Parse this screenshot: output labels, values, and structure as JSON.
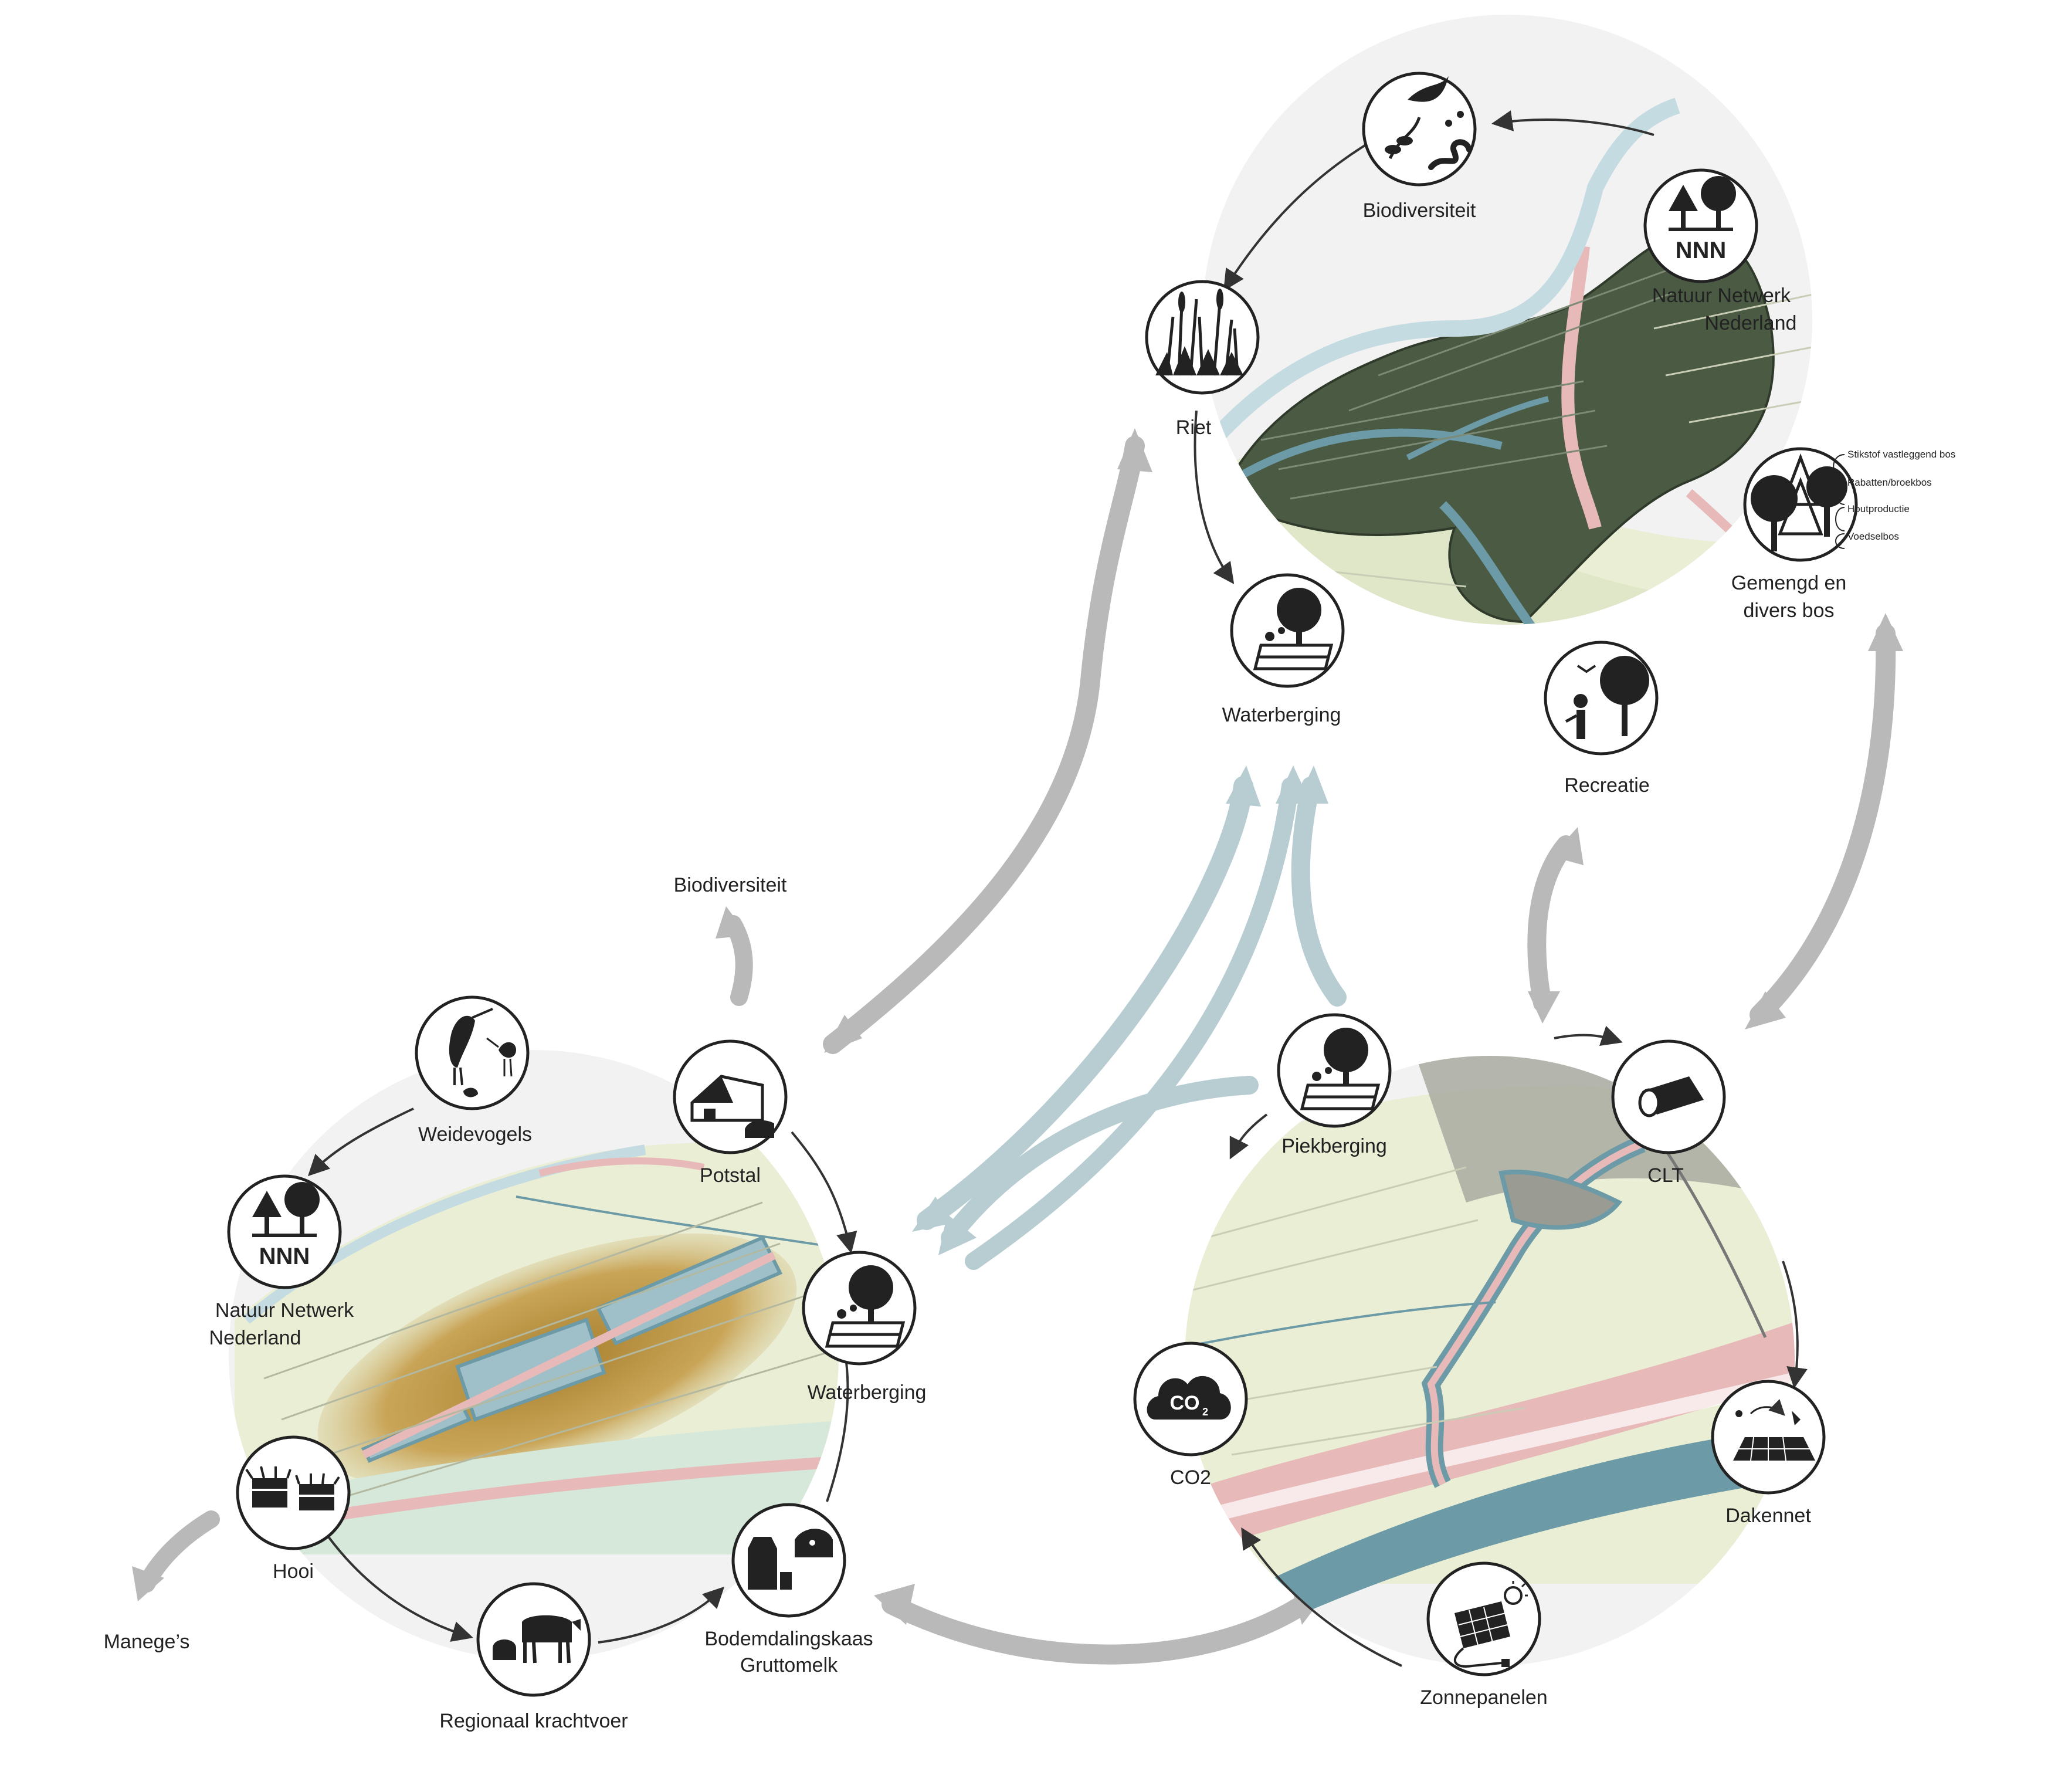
{
  "colors": {
    "flow_gray": "#b9b9b9",
    "flow_blue": "#b7cdd2",
    "circle_fill": "#f2f2f2",
    "meadow": "#e9eed4",
    "peat": "#c9a558",
    "forest": "#4a5a43",
    "water": "#6c9aa6",
    "dike": "#e7b9b9",
    "icon_fill": "#ffffff",
    "icon_dark": "#222222"
  },
  "top_cluster": {
    "labels": {
      "biodiversiteit": "Biodiversiteit",
      "riet": "Riet",
      "nnn_line1": "Natuur Netwerk",
      "nnn_line2": "Nederland",
      "waterberging": "Waterberging",
      "recreatie": "Recreatie",
      "gemengd_line1": "Gemengd en",
      "gemengd_line2": "divers bos"
    },
    "forest_types": [
      "Stikstof vastleggend bos",
      "Rabatten/broekbos",
      "Houtproductie",
      "Voedselbos"
    ],
    "nnn_icon_text": "NNN"
  },
  "left_cluster": {
    "labels": {
      "biodiversiteit_top": "Biodiversiteit",
      "weidevogels": "Weidevogels",
      "potstal": "Potstal",
      "nnn_line1": "Natuur Netwerk",
      "nnn_line2": "Nederland",
      "waterberging": "Waterberging",
      "hooi": "Hooi",
      "maneges": "Manege’s",
      "krachtvoer": "Regionaal krachtvoer",
      "kaas_line1": "Bodemdalingskaas",
      "kaas_line2": "Gruttomelk"
    },
    "nnn_icon_text": "NNN"
  },
  "right_cluster": {
    "labels": {
      "piekberging": "Piekberging",
      "clt": "CLT",
      "co2": "CO2",
      "dakennet": "Dakennet",
      "zonnepanelen": "Zonnepanelen"
    },
    "co2_icon_text": "CO",
    "co2_icon_sub": "2"
  }
}
